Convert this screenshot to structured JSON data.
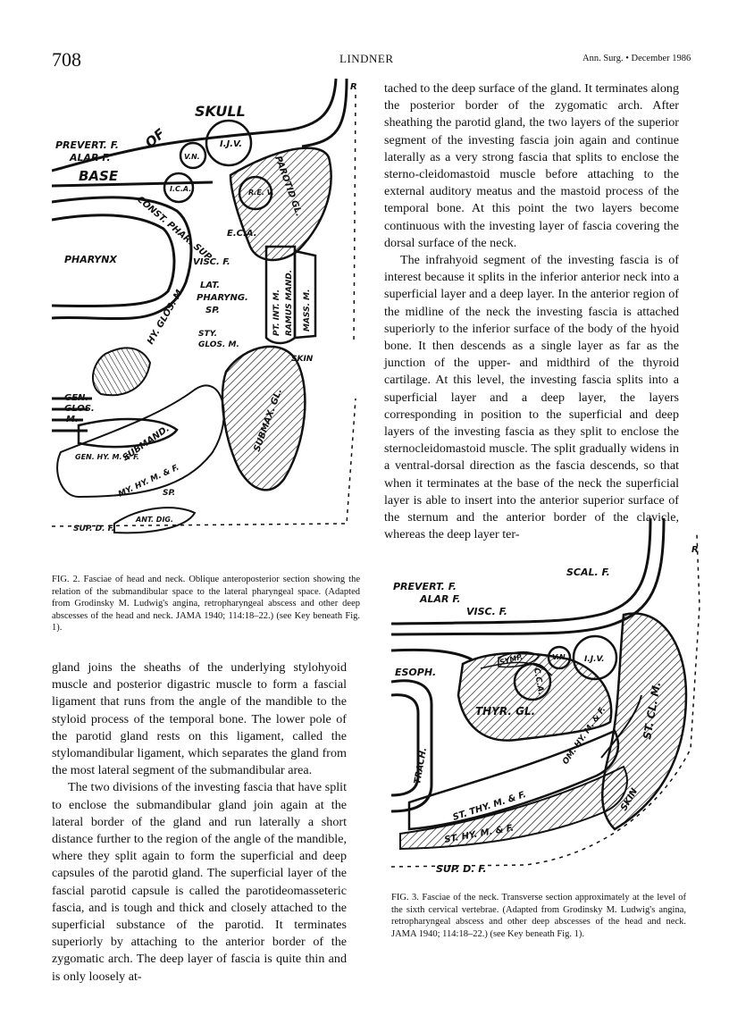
{
  "header": {
    "page_number": "708",
    "running_title": "LINDNER",
    "journal": "Ann. Surg. • December 1986"
  },
  "right_column": {
    "paragraphs": [
      "tached to the deep surface of the gland. It terminates along the posterior border of the zygomatic arch. After sheathing the parotid gland, the two layers of the superior segment of the investing fascia join again and continue laterally as a very strong fascia that splits to enclose the sterno-cleidomastoid muscle before attaching to the external auditory meatus and the mastoid process of the temporal bone. At this point the two layers become continuous with the investing layer of fascia covering the dorsal surface of the neck.",
      "The infrahyoid segment of the investing fascia is of interest because it splits in the inferior anterior neck into a superficial layer and a deep layer. In the anterior region of the midline of the neck the investing fascia is attached superiorly to the inferior surface of the body of the hyoid bone. It then descends as a single layer as far as the junction of the upper- and midthird of the thyroid cartilage. At this level, the investing fascia splits into a superficial layer and a deep layer, the layers corresponding in position to the superficial and deep layers of the investing fascia as they split to enclose the sternocleidomastoid muscle. The split gradually widens in a ventral-dorsal direction as the fascia descends, so that when it terminates at the base of the neck the superficial layer is able to insert into the anterior superior surface of the sternum and the anterior border of the clavicle, whereas the deep layer ter-"
    ]
  },
  "left_column": {
    "paragraphs": [
      "gland joins the sheaths of the underlying stylohyoid muscle and posterior digastric muscle to form a fascial ligament that runs from the angle of the mandible to the styloid process of the temporal bone. The lower pole of the parotid gland rests on this ligament, called the stylomandibular ligament, which separates the gland from the most lateral segment of the submandibular area.",
      "The two divisions of the investing fascia that have split to enclose the submandibular gland join again at the lateral border of the gland and run laterally a short distance further to the region of the angle of the mandible, where they split again to form the superficial and deep capsules of the parotid gland. The superficial layer of the fascial parotid capsule is called the parotideomasseteric fascia, and is tough and thick and closely attached to the superficial substance of the parotid. It terminates superiorly by attaching to the anterior border of the zygomatic arch. The deep layer of fascia is quite thin and is only loosely at-"
    ]
  },
  "figure2": {
    "caption": "FIG. 2. Fasciae of head and neck. Oblique anteroposterior section showing the relation of the submandibular space to the lateral pharyngeal space. (Adapted from Grodinsky M. Ludwig's angina, retropharyngeal abscess and other deep abscesses of the head and neck. JAMA 1940; 114:18–22.) (see Key beneath Fig. 1).",
    "labels": {
      "skull": "SKULL",
      "of": "OF",
      "base": "BASE",
      "prevert": "PREVERT. F.",
      "alar": "ALAR F.",
      "ijv": "I.J.V.",
      "vn": "V.N.",
      "ica": "I.C.A.",
      "parotid": "PAROTID GL.",
      "reu": "R.E. V.",
      "eca": "E.C.A.",
      "const": "CONST. PHAR. SUP.",
      "pharynx": "PHARYNX",
      "visc": "VISC. F.",
      "lat": "LAT.",
      "pharyng": "PHARYNG.",
      "sp1": "SP.",
      "ptint": "PT. INT. M.",
      "ramus": "RAMUS MAND.",
      "mass": "MASS. M.",
      "sty": "STY.",
      "glos": "GLOS. M.",
      "skin": "SKIN",
      "hyglos": "HY. GLOS. M.",
      "gen": "GEN.",
      "glos2": "GLOS.",
      "m": "M.",
      "submaxgl": "SUBMAX. GL.",
      "submand": "SUBMAND.",
      "genhy": "GEN. HY. M. & F.",
      "myhy": "MY. HY. M. & F.",
      "sp2": "SP.",
      "supdf": "SUP. D. F.",
      "antdig": "ANT. DIG.",
      "r": "R"
    }
  },
  "figure3": {
    "caption": "FIG. 3. Fasciae of the neck. Transverse section approximately at the level of the sixth cervical vertebrae. (Adapted from Grodinsky M. Ludwig's angina, retropharyngeal abscess and other deep abscesses of the head and neck. JAMA 1940; 114:18–22.) (see Key beneath Fig. 1).",
    "labels": {
      "scal": "SCAL. F.",
      "prevert": "PREVERT. F.",
      "alar": "ALAR F.",
      "visc": "VISC. F.",
      "symp": "SYMP.",
      "vn": "V.N.",
      "ijv": "I.J.V.",
      "cca": "C.C.A.",
      "esoph": "ESOPH.",
      "thyr": "THYR. GL.",
      "stcl": "ST. CL. M.",
      "omhy": "OM. HY. M. & F.",
      "trach": "TRACH.",
      "stthy": "ST. THY. M. & F.",
      "sthy": "ST. HY. M. & F.",
      "skin": "SKIN",
      "supdf": "SUP. D. F.",
      "r": "R"
    }
  }
}
